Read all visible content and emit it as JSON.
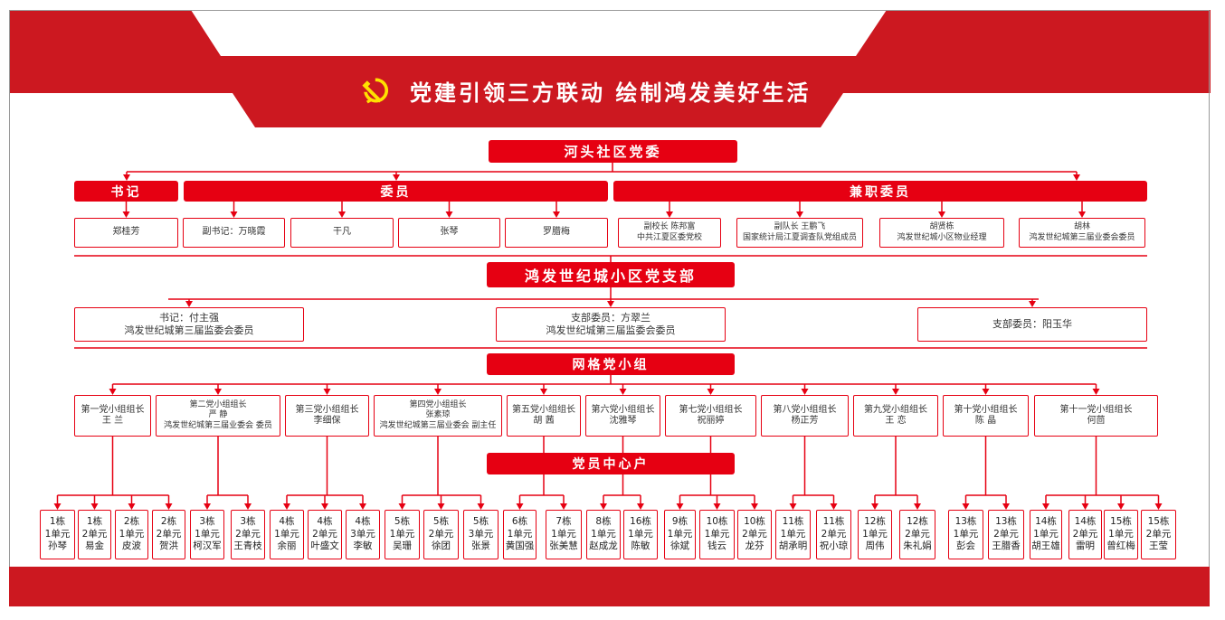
{
  "title": "党建引领三方联动  绘制鸿发美好生活",
  "colors": {
    "banner": "#cc1820",
    "accent": "#e60012",
    "emblem": "#ffe100"
  },
  "committee": {
    "title": "河头社区党委",
    "categories": [
      "书记",
      "委员",
      "兼职委员"
    ],
    "members": [
      {
        "lines": [
          "郑桂芳"
        ]
      },
      {
        "lines": [
          "副书记：万晓霞"
        ]
      },
      {
        "lines": [
          "干凡"
        ]
      },
      {
        "lines": [
          "张琴"
        ]
      },
      {
        "lines": [
          "罗腊梅"
        ]
      },
      {
        "lines": [
          "副校长  陈邦富",
          "中共江夏区委党校"
        ]
      },
      {
        "lines": [
          "副队长  王鹏飞",
          "国家统计局江夏调查队党组成员"
        ]
      },
      {
        "lines": [
          "胡贤栋",
          "鸿发世纪城小区物业经理"
        ]
      },
      {
        "lines": [
          "胡林",
          "鸿发世纪城第三届业委会委员"
        ]
      }
    ]
  },
  "branch": {
    "title": "鸿发世纪城小区党支部",
    "members": [
      {
        "lines": [
          "书记：付主强",
          "鸿发世纪城第三届监委会委员"
        ]
      },
      {
        "lines": [
          "支部委员：方翠兰",
          "鸿发世纪城第三届监委会委员"
        ]
      },
      {
        "lines": [
          "支部委员：阳玉华"
        ]
      }
    ]
  },
  "grid": {
    "title": "网格党小组",
    "groups": [
      {
        "lines": [
          "第一党小组组长",
          "王  兰"
        ]
      },
      {
        "lines": [
          "第二党小组组长",
          "严  静",
          "鸿发世纪城第三届业委会 委员"
        ]
      },
      {
        "lines": [
          "第三党小组组长",
          "李细保"
        ]
      },
      {
        "lines": [
          "第四党小组组长",
          "张素琼",
          "鸿发世纪城第三届业委会 副主任"
        ]
      },
      {
        "lines": [
          "第五党小组组长",
          "胡  茜"
        ]
      },
      {
        "lines": [
          "第六党小组组长",
          "沈雅琴"
        ]
      },
      {
        "lines": [
          "第七党小组组长",
          "祝丽婷"
        ]
      },
      {
        "lines": [
          "第八党小组组长",
          "杨正芳"
        ]
      },
      {
        "lines": [
          "第九党小组组长",
          "王  恋"
        ]
      },
      {
        "lines": [
          "第十党小组组长",
          "陈  晶"
        ]
      },
      {
        "lines": [
          "第十一党小组组长",
          "何茴"
        ]
      }
    ]
  },
  "households": {
    "title": "党员中心户",
    "groups": [
      [
        {
          "lines": [
            "1栋",
            "1单元",
            "孙琴"
          ]
        },
        {
          "lines": [
            "1栋",
            "2单元",
            "易金"
          ]
        },
        {
          "lines": [
            "2栋",
            "1单元",
            "皮波"
          ]
        },
        {
          "lines": [
            "2栋",
            "2单元",
            "贺洪"
          ]
        }
      ],
      [
        {
          "lines": [
            "3栋",
            "1单元",
            "柯汉军"
          ]
        },
        {
          "lines": [
            "3栋",
            "2单元",
            "王青枝"
          ]
        }
      ],
      [
        {
          "lines": [
            "4栋",
            "1单元",
            "余丽"
          ]
        },
        {
          "lines": [
            "4栋",
            "2单元",
            "叶盛文"
          ]
        },
        {
          "lines": [
            "4栋",
            "3单元",
            "李敏"
          ]
        }
      ],
      [
        {
          "lines": [
            "5栋",
            "1单元",
            "吴珊"
          ]
        },
        {
          "lines": [
            "5栋",
            "2单元",
            "徐团"
          ]
        },
        {
          "lines": [
            "5栋",
            "3单元",
            "张景"
          ]
        }
      ],
      [
        {
          "lines": [
            "6栋",
            "1单元",
            "黄国强"
          ]
        },
        {
          "lines": [
            "7栋",
            "1单元",
            "张美慧"
          ]
        }
      ],
      [
        {
          "lines": [
            "8栋",
            "1单元",
            "赵成龙"
          ]
        },
        {
          "lines": [
            "16栋",
            "1单元",
            "陈敏"
          ]
        }
      ],
      [
        {
          "lines": [
            "9栋",
            "1单元",
            "徐斌"
          ]
        },
        {
          "lines": [
            "10栋",
            "1单元",
            "钱云"
          ]
        },
        {
          "lines": [
            "10栋",
            "2单元",
            "龙芬"
          ]
        }
      ],
      [
        {
          "lines": [
            "11栋",
            "1单元",
            "胡承明"
          ]
        },
        {
          "lines": [
            "11栋",
            "2单元",
            "祝小琼"
          ]
        }
      ],
      [
        {
          "lines": [
            "12栋",
            "1单元",
            "周伟"
          ]
        },
        {
          "lines": [
            "12栋",
            "2单元",
            "朱礼娟"
          ]
        }
      ],
      [
        {
          "lines": [
            "13栋",
            "1单元",
            "彭会"
          ]
        },
        {
          "lines": [
            "13栋",
            "2单元",
            "王腊香"
          ]
        }
      ],
      [
        {
          "lines": [
            "14栋",
            "1单元",
            "胡王雄"
          ]
        },
        {
          "lines": [
            "14栋",
            "2单元",
            "雷明"
          ]
        },
        {
          "lines": [
            "15栋",
            "1单元",
            "曾红梅"
          ]
        },
        {
          "lines": [
            "15栋",
            "2单元",
            "王莹"
          ]
        }
      ]
    ]
  }
}
